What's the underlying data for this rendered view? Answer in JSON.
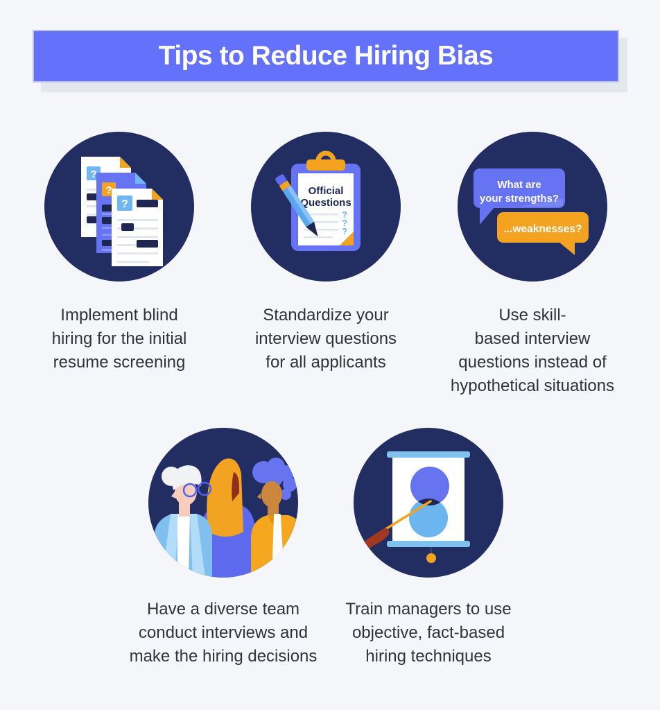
{
  "page": {
    "background_color": "#f5f6fa"
  },
  "header": {
    "title": "Tips to Reduce Hiring Bias",
    "banner_color": "#6471fb",
    "banner_shadow_color": "#e3e7ee",
    "title_color": "#ffffff"
  },
  "glyphs": {
    "question_mark": "?"
  },
  "colors": {
    "circle_navy": "#222d62",
    "purple": "#6673f2",
    "orange": "#f4a321",
    "pencil_blue": "#6cb3f2",
    "sky_blue": "#7fc2f0",
    "redaction_navy": "#1d2752",
    "caption_text": "#32323a",
    "skin_light": "#f8cdbd",
    "skin_brown": "#cd873c",
    "skin_dark_red": "#8f2f1c"
  },
  "tips": [
    {
      "id": "blind-resumes",
      "illustration": "redacted-resume-stack",
      "caption": "Implement blind\nhiring for the initial\nresume screening"
    },
    {
      "id": "standardize-questions",
      "illustration": "clipboard-with-pencil",
      "clipboard": {
        "title_line1": "Official",
        "title_line2": "Questions"
      },
      "caption": "Standardize your\ninterview questions\nfor all applicants"
    },
    {
      "id": "skill-based-questions",
      "illustration": "interview-speech-bubbles",
      "bubbles": {
        "question1_line1": "What are",
        "question1_line2": "your strengths?",
        "question2": "...weaknesses?"
      },
      "caption": "Use skill-\nbased interview\nquestions instead of\nhypothetical situations"
    },
    {
      "id": "diverse-team",
      "illustration": "diverse-interview-panel",
      "caption": "Have a diverse team\nconduct interviews and\nmake the hiring decisions"
    },
    {
      "id": "train-managers",
      "illustration": "training-flipchart-venn",
      "caption": "Train managers to use\nobjective, fact-based\nhiring techniques"
    }
  ]
}
